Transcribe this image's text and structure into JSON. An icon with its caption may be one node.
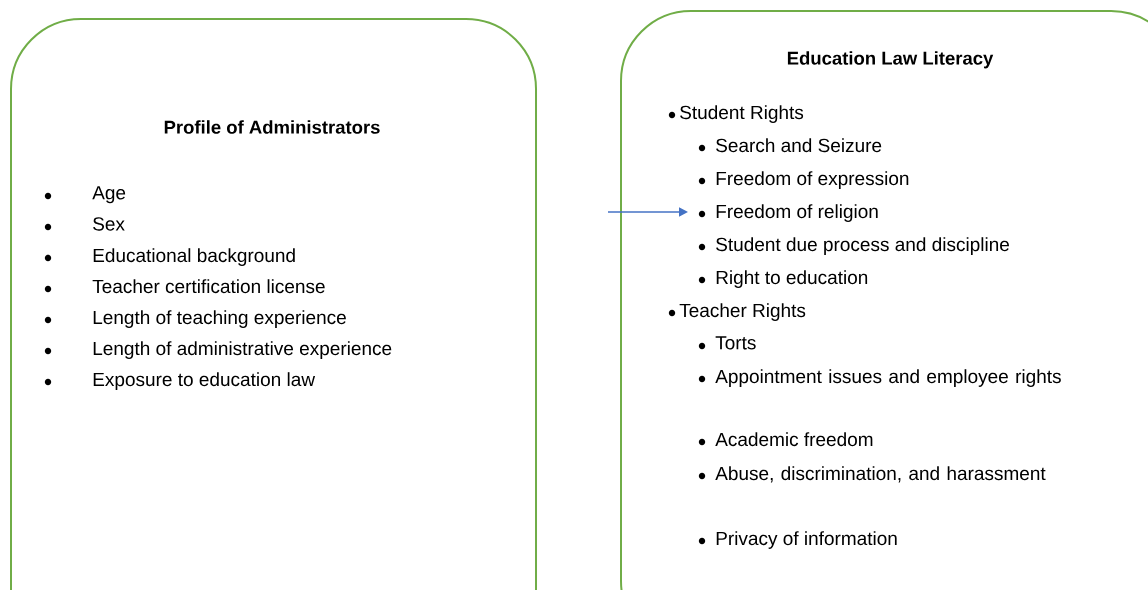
{
  "diagram": {
    "nodes": [
      {
        "text": [
          "Profile of Administrators",
          "Age",
          "Sex",
          "Educational background",
          "Teacher certification license",
          "Length of teaching experience",
          "Length of administrative experience",
          "Exposure to education law"
        ]
      },
      {
        "text": [
          "Education Law Literacy",
          "Student Rights",
          "Search and Seizure",
          "Freedom of expression",
          "Freedom of religion",
          "Student due process and discipline",
          "Right to education",
          "Teacher Rights",
          "Torts",
          "Appointment issues and employee rights",
          "Academic freedom",
          "Abuse, discrimination, and harassment",
          "Privacy of information"
        ]
      }
    ],
    "edges": [
      {
        "from": null,
        "to": 1,
        "arrow": "to",
        "color": "#4472c4"
      }
    ]
  }
}
